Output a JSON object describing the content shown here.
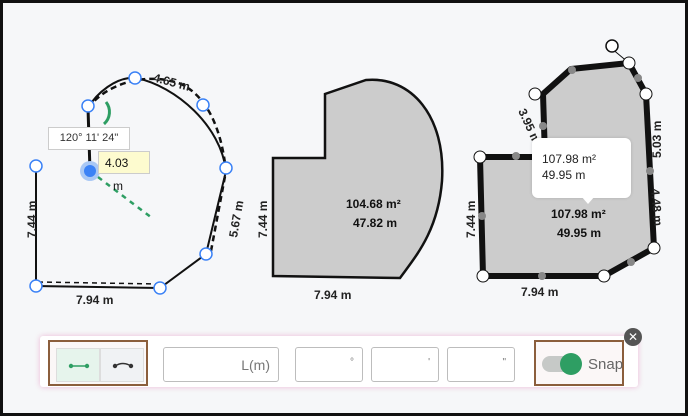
{
  "colors": {
    "shape_fill": "#cccccc",
    "accent_green": "#2e9e63",
    "vertex_blue": "#3b82f6",
    "highlight_border": "#8b5e3c"
  },
  "shape1": {
    "top_label": "4.65 m",
    "left_label": "7.44 m",
    "right_label": "5.67 m",
    "bottom_label": "7.94 m",
    "angle_label": "120° 11' 24\"",
    "length_input": "4.03",
    "length_unit": "m"
  },
  "shape2": {
    "area": "104.68 m²",
    "perimeter": "47.82 m",
    "left_label": "7.44 m",
    "bottom_label": "7.94 m"
  },
  "shape3": {
    "area": "107.98 m²",
    "perimeter": "49.95 m",
    "tooltip_area": "107.98 m²",
    "tooltip_perimeter": "49.95 m",
    "top_left_label": "3.95 m",
    "top_right_label": "5.03 m",
    "right_label": "4.48 m",
    "left_label": "7.44 m",
    "bottom_label": "7.94 m"
  },
  "toolbar": {
    "mode_line_icon": "straight-line-icon",
    "mode_curve_icon": "curved-line-icon",
    "length_placeholder": "L(m)",
    "degree_symbol": "°",
    "minute_symbol": "'",
    "second_symbol": "\"",
    "snap_label": "Snap",
    "snap_on": true,
    "close_glyph": "✕"
  }
}
